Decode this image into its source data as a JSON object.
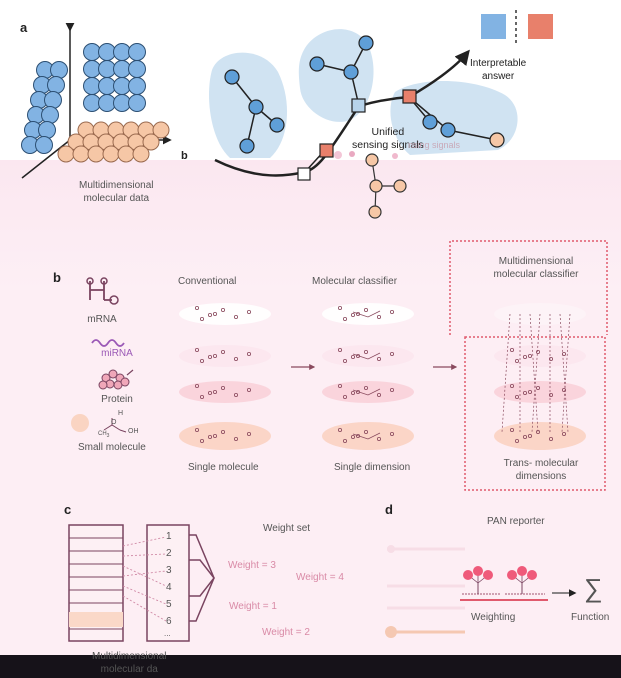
{
  "panel_a": {
    "label": "a",
    "multidim_label": "Multidimensional\nmolecular data",
    "interpretable_label": "Interpretable\nanswer",
    "unified_label": "Unified\nsensing signals",
    "partial_label_1": "nsing signals",
    "partial_label_2": "b",
    "colors": {
      "blue": "#82b3e3",
      "orange": "#e8806b",
      "peach": "#f6c7a6",
      "node": "#5f9fd8",
      "blob": "#d0e3f2",
      "box": "#b7d3ea"
    }
  },
  "panel_b": {
    "label": "b",
    "rows": [
      "mRNA",
      "miRNA",
      "Protein",
      "Small molecule"
    ],
    "molecule_atoms": {
      "h": "H",
      "o": "O",
      "oh": "OH",
      "ch3": "CH",
      "three": "3"
    },
    "columns": [
      "Conventional",
      "Molecular classifier",
      "Multidimensional\nmolecular classifier"
    ],
    "footers": [
      "Single molecule",
      "Single dimension",
      "Trans- molecular\ndimensions"
    ]
  },
  "panel_c": {
    "label": "c",
    "weight_set_title": "Weight set",
    "numbers": [
      "1",
      "2",
      "3",
      "4",
      "5",
      "6",
      "..."
    ],
    "weights": [
      "Weight = 3",
      "Weight = 4",
      "Weight = 1",
      "Weight = 2"
    ],
    "caption": "Multidimensional\nmolecular da"
  },
  "panel_d": {
    "label": "d",
    "title": "PAN reporter",
    "weighting": "Weighting",
    "function": "Function",
    "sum_symbol": "∑"
  }
}
